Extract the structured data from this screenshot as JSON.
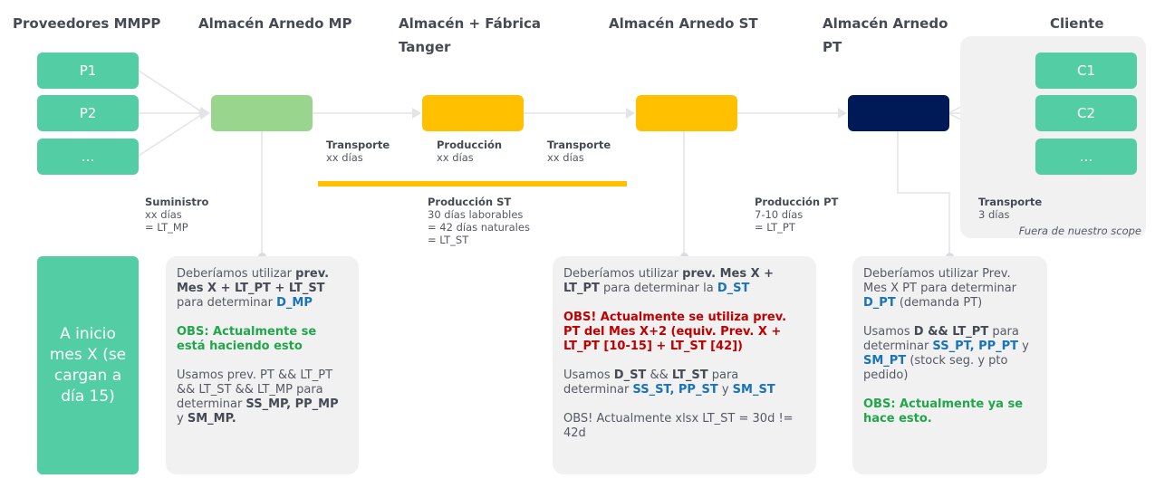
{
  "headers": {
    "proveedores": "Proveedores MMPP",
    "almacen_mp": "Almacén Arnedo MP",
    "tanger": "Almacén + Fábrica Tanger",
    "almacen_st": "Almacén Arnedo ST",
    "almacen_pt": "Almacén Arnedo PT",
    "cliente": "Cliente"
  },
  "suppliers": [
    "P1",
    "P2",
    "..."
  ],
  "clients": [
    "C1",
    "C2",
    "..."
  ],
  "node_colors": {
    "supplier": "#53cda3",
    "almacen_mp": "#9ad58e",
    "tanger": "#ffc000",
    "almacen_st": "#ffc000",
    "almacen_pt": "#001a57",
    "client": "#53cda3"
  },
  "stage_labels": {
    "transporte_1": {
      "title": "Transporte",
      "value": "xx días"
    },
    "produccion": {
      "title": "Producción",
      "value": "xx días"
    },
    "transporte_2": {
      "title": "Transporte",
      "value": "xx días"
    },
    "suministro": {
      "title": "Suministro",
      "line1": "xx días",
      "line2": "= LT_MP"
    },
    "produccion_st": {
      "title": "Producción ST",
      "line1": "30 días laborables",
      "line2": "= 42 días naturales",
      "line3": "= LT_ST"
    },
    "produccion_pt": {
      "title": "Producción PT",
      "line1": "7-10 días",
      "line2": "= LT_PT"
    },
    "transporte_cliente": {
      "title": "Transporte",
      "value": "3 días",
      "note": "Fuera de nuestro scope"
    }
  },
  "timing_box": "A inicio mes X (se cargan a día 15)",
  "cards": {
    "mp": {
      "p1": {
        "t1": "Deberíamos utilizar ",
        "b1": "prev. Mes X + LT_PT + LT_ST",
        "t2": " para determinar ",
        "hl": "D_MP"
      },
      "obs": "OBS: Actualmente se está haciendo esto",
      "p3": {
        "t1": "Usamos prev. PT && LT_PT && LT_ST && LT_MP para determinar ",
        "b1": "SS_MP, PP_MP",
        "t2": " y ",
        "b2": "SM_MP."
      }
    },
    "st": {
      "p1": {
        "t1": "Deberíamos utilizar ",
        "b1": "prev. Mes X + LT_PT",
        "t2": " para determinar la ",
        "hl": "D_ST"
      },
      "obs": "OBS! Actualmente se utiliza prev. PT del Mes X+2 (equiv. Prev. X + LT_PT [10-15] + LT_ST [42])",
      "p3": {
        "t1": "Usamos ",
        "b1": "D_ST",
        "t2": " && ",
        "b2": "LT_ST",
        "t3": " para determinar ",
        "h1": "SS_ST,  PP_ST",
        "t4": " y ",
        "h2": "SM_ST"
      },
      "p4": "OBS! Actualmente xlsx LT_ST = 30d != 42d"
    },
    "pt": {
      "p1": {
        "t1": "Deberíamos utilizar Prev. Mes X PT para determinar ",
        "hl": "D_PT",
        "t2": " (demanda PT)"
      },
      "p2": {
        "t1": "Usamos ",
        "b1": "D && LT_PT",
        "t2": " para determinar ",
        "h1": "SS_PT, PP_PT",
        "t3": " y ",
        "h2": "SM_PT",
        "t4": " (stock seg. y pto pedido)"
      },
      "obs": "OBS: Actualmente ya se hace esto."
    }
  }
}
